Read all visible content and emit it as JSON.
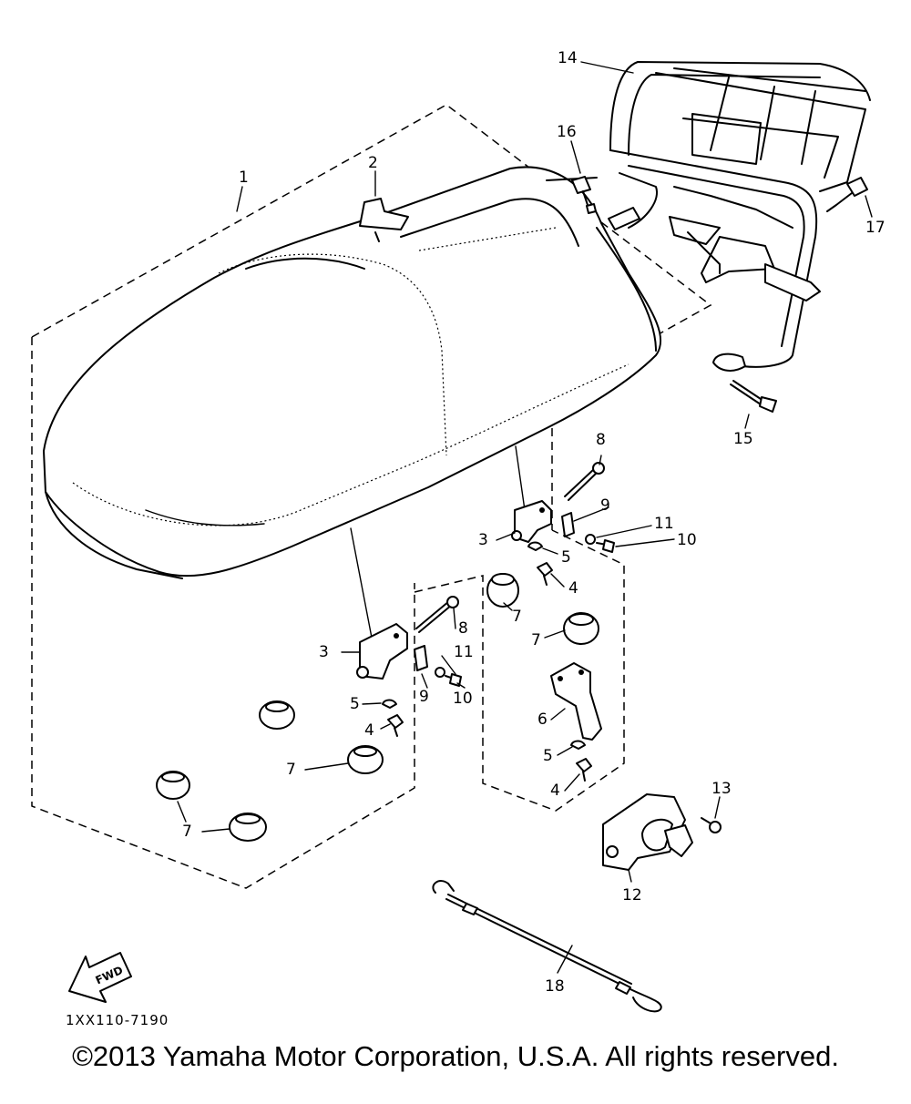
{
  "diagram": {
    "callouts": {
      "c1": "1",
      "c2": "2",
      "c3a": "3",
      "c3b": "3",
      "c4a": "4",
      "c4b": "4",
      "c4c": "4",
      "c5a": "5",
      "c5b": "5",
      "c5c": "5",
      "c6": "6",
      "c7a": "7",
      "c7b": "7",
      "c7c": "7",
      "c7d": "7",
      "c8a": "8",
      "c8b": "8",
      "c9a": "9",
      "c9b": "9",
      "c10a": "10",
      "c10b": "10",
      "c11a": "11",
      "c11b": "11",
      "c12": "12",
      "c13": "13",
      "c14": "14",
      "c15": "15",
      "c16": "16",
      "c17": "17",
      "c18": "18"
    },
    "fwd_label": "FWD",
    "drawing_code": "1XX110-7190"
  },
  "copyright": "©2013 Yamaha Motor Corporation, U.S.A. All rights reserved."
}
